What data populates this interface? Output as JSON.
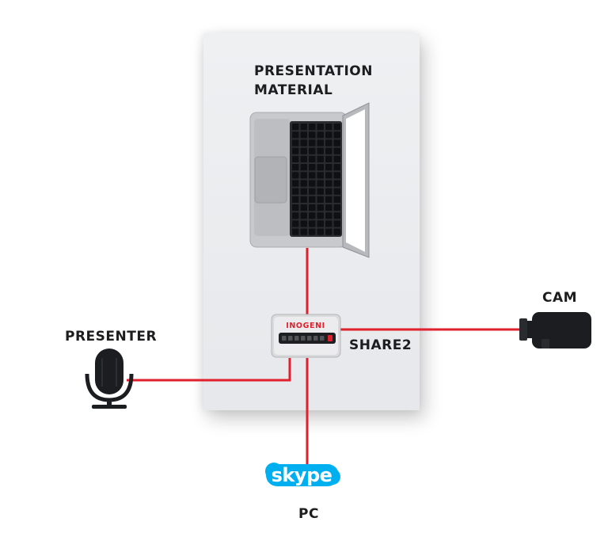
{
  "labels": {
    "material_line1": "PRESENTATION",
    "material_line2": "MATERIAL",
    "cam": "CAM",
    "presenter": "PRESENTER",
    "device": "SHARE2",
    "pc": "PC"
  },
  "device_brand": "INOGENI",
  "skype_logo_text": "skype",
  "colors": {
    "cable": "#e0202c",
    "brand": "#e0202c",
    "skype": "#00aff0",
    "panel": "#e9ebee",
    "device_body": "#1e1f22",
    "laptop_body": "#c7c9cc"
  },
  "icons": {
    "laptop": "laptop-icon",
    "camera": "camera-icon",
    "microphone": "microphone-icon",
    "device": "inogeni-share2-icon",
    "skype": "skype-logo"
  }
}
